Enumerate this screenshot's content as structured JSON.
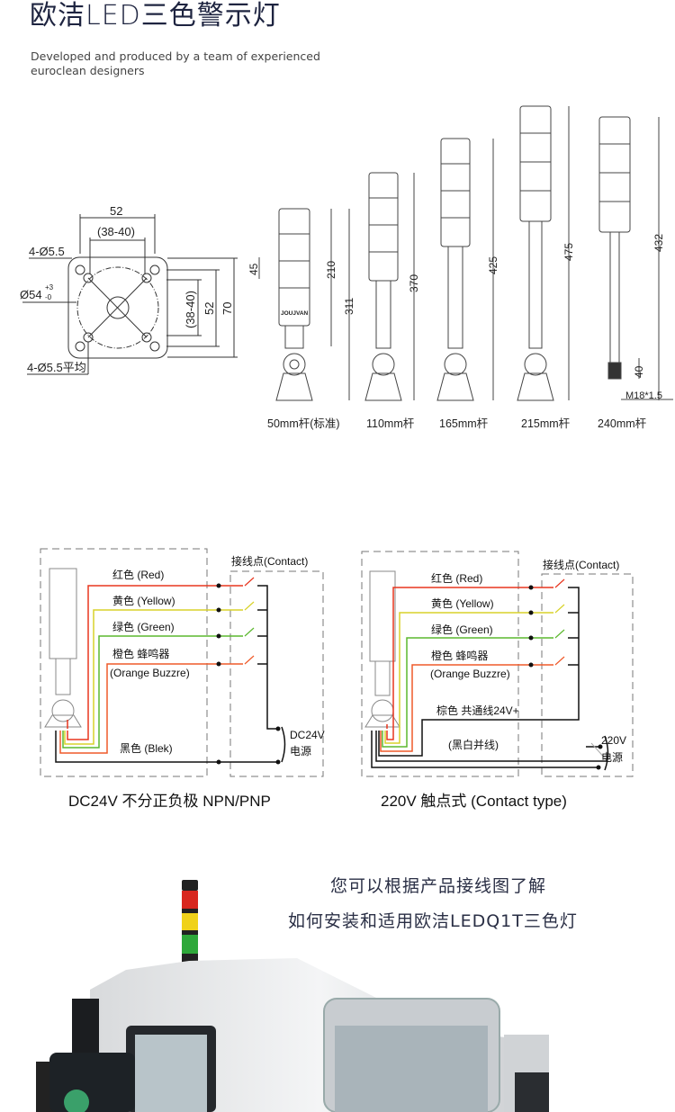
{
  "header": {
    "title": "欧洁LED三色警示灯",
    "subtitle": "Developed and produced by a team of experienced euroclean designers"
  },
  "base_drawing": {
    "dim_width": "52",
    "dim_inner": "(38-40)",
    "hole_label": "4-Ø5.5",
    "diameter": "Ø54",
    "tol_plus": "+3",
    "tol_minus": "-0",
    "hole_label_avg": "4-Ø5.5平均",
    "dim_v_inner": "(38-40)",
    "dim_v_52": "52",
    "dim_v_70": "70"
  },
  "towers": [
    {
      "caption": "50mm杆(标准)",
      "dims": [
        "45",
        "210",
        "311"
      ]
    },
    {
      "caption": "110mm杆",
      "dims": [
        "370"
      ]
    },
    {
      "caption": "165mm杆",
      "dims": [
        "425"
      ]
    },
    {
      "caption": "215mm杆",
      "dims": [
        "475"
      ]
    },
    {
      "caption": "240mm杆",
      "dims": [
        "432",
        "40",
        "M18*1.5"
      ]
    }
  ],
  "brand": "JOUJVAN",
  "wiring_dc": {
    "contact": "接线点(Contact)",
    "red": "红色 (Red)",
    "yellow": "黄色 (Yellow)",
    "green": "绿色 (Green)",
    "orange": "橙色 蜂鸣器",
    "orange_en": "(Orange Buzzre)",
    "black": "黑色  (Blek)",
    "power1": "DC24V",
    "power2": "电源",
    "caption": "DC24V 不分正负极 NPN/PNP"
  },
  "wiring_ac": {
    "contact": "接线点(Contact)",
    "red": "红色 (Red)",
    "yellow": "黄色 (Yellow)",
    "green": "绿色 (Green)",
    "orange": "橙色 蜂鸣器",
    "orange_en": "(Orange Buzzre)",
    "brown": "棕色 共通线24V+",
    "bw": "(黑白并线)",
    "power1": "220V",
    "power2": "电源",
    "caption": "220V 触点式 (Contact type)"
  },
  "bottom": {
    "line1": "您可以根据产品接线图了解",
    "line2": "如何安装和适用欧洁LEDQ1T三色灯"
  },
  "colors": {
    "red": "#e8361f",
    "yellow": "#d8d22a",
    "green": "#5cb82e",
    "orange": "#ef5a2a",
    "black": "#111111"
  }
}
